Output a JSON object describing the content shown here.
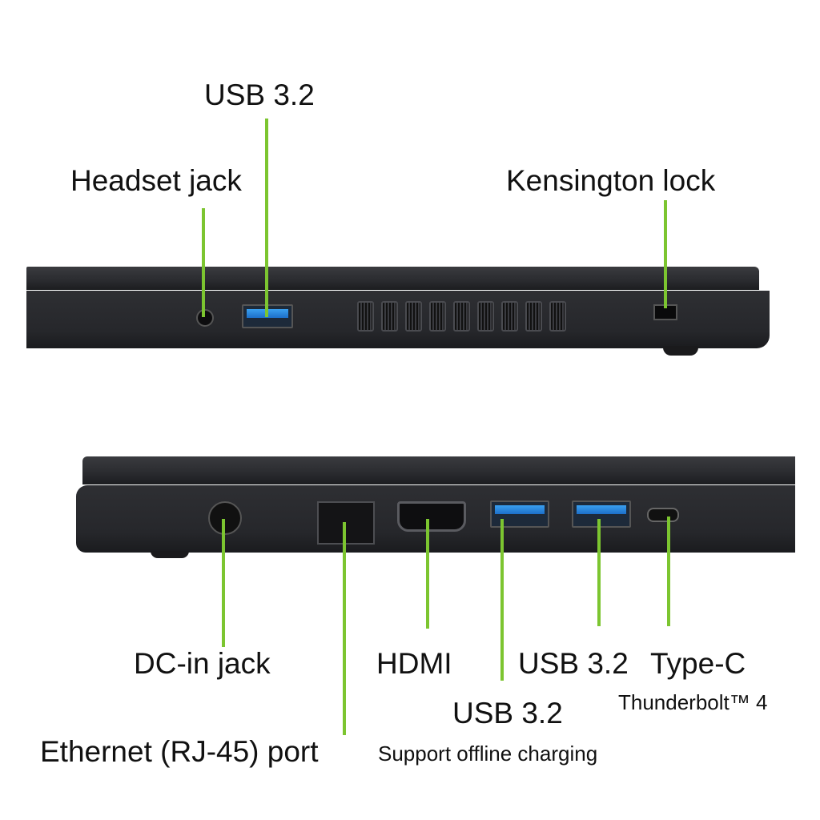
{
  "top_side": {
    "labels": {
      "usb": "USB 3.2",
      "headset": "Headset jack",
      "kensington": "Kensington lock"
    }
  },
  "bottom_side": {
    "labels": {
      "dc_in": "DC-in jack",
      "hdmi": "HDMI",
      "usb_right": "USB 3.2",
      "type_c": "Type-C",
      "type_c_sub": "Thunderbolt™ 4",
      "usb_left": "USB 3.2",
      "usb_left_sub": "Support offline charging",
      "ethernet": "Ethernet (RJ-45) port"
    }
  },
  "colors": {
    "callout": "#7cc530",
    "usb_port": "#2a8ae0",
    "chassis": "#2a2b2f"
  }
}
